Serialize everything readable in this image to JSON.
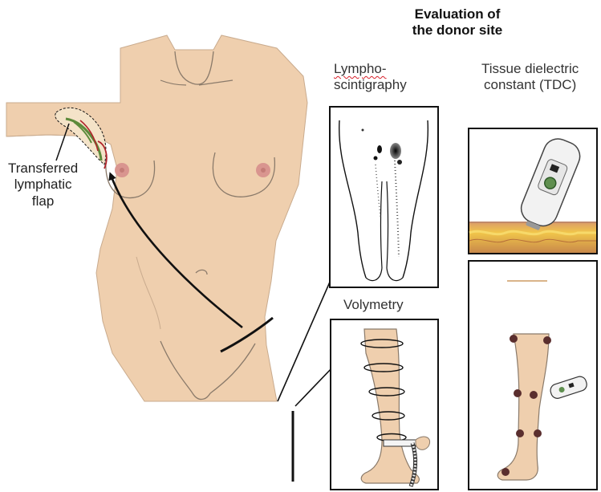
{
  "title": {
    "line1": "Evaluation of",
    "line2": "the donor site"
  },
  "panels": {
    "lymphoscintigraphy": {
      "line1": "Lympho-",
      "line2": "scintigraphy"
    },
    "tdc": {
      "line1": "Tissue dielectric",
      "line2": "constant (TDC)"
    },
    "volymetry": {
      "label": "Volymetry"
    }
  },
  "flap_label": {
    "line1": "Transferred",
    "line2": "lymphatic",
    "line3": "flap"
  },
  "colors": {
    "skin": "#efcfae",
    "skin_outline": "#8a7a6a",
    "nipple": "#d9958f",
    "arrow": "#111111",
    "flap_green": "#5c8a3a",
    "flap_red": "#b0232a",
    "device": "#f2f2f2",
    "device_window": "#5f8f4f",
    "tissue_fat": "#e8b23c",
    "underline": "#d8202a"
  }
}
